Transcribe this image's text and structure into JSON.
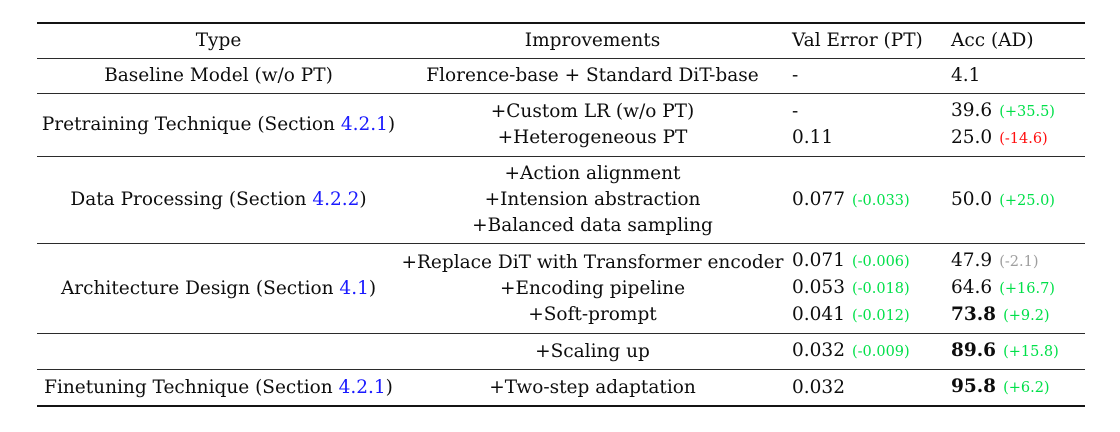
{
  "table": {
    "headers": [
      "Type",
      "Improvements",
      "Val Error (PT)",
      "Acc (AD)"
    ],
    "colors": {
      "positive": "#00e049",
      "negative": "#ff0f0f",
      "neutral": "#9e9e9e",
      "link": "#1a1aff"
    },
    "groups": [
      {
        "type": {
          "pre": "Baseline Model (w/o PT)"
        },
        "improvements": [
          "Florence-base + Standard DiT-base"
        ],
        "val_error": [
          {
            "value": "-"
          }
        ],
        "acc": [
          {
            "value": "4.1"
          }
        ]
      },
      {
        "type": {
          "pre": "Pretraining Technique (Section ",
          "link": "4.2.1",
          "post": ")"
        },
        "improvements": [
          "+Custom LR (w/o PT)",
          "+Heterogeneous PT"
        ],
        "val_error": [
          {
            "value": "-"
          },
          {
            "value": "0.11"
          }
        ],
        "acc": [
          {
            "value": "39.6",
            "delta": "(+35.5)",
            "delta_color": "positive"
          },
          {
            "value": "25.0",
            "delta": "(-14.6)",
            "delta_color": "negative"
          }
        ]
      },
      {
        "type": {
          "pre": "Data Processing (Section ",
          "link": "4.2.2",
          "post": ")"
        },
        "improvements": [
          "+Action alignment",
          "+Intension abstraction",
          "+Balanced data sampling"
        ],
        "val_error": [
          {
            "value": "0.077",
            "delta": "(-0.033)",
            "delta_color": "positive"
          }
        ],
        "acc": [
          {
            "value": "50.0",
            "delta": "(+25.0)",
            "delta_color": "positive"
          }
        ]
      },
      {
        "type": {
          "pre": "Architecture Design (Section ",
          "link": "4.1",
          "post": ")"
        },
        "improvements": [
          "+Replace DiT with Transformer encoder",
          "+Encoding pipeline",
          "+Soft-prompt"
        ],
        "val_error": [
          {
            "value": "0.071",
            "delta": "(-0.006)",
            "delta_color": "positive"
          },
          {
            "value": "0.053",
            "delta": "(-0.018)",
            "delta_color": "positive"
          },
          {
            "value": "0.041",
            "delta": "(-0.012)",
            "delta_color": "positive"
          }
        ],
        "acc": [
          {
            "value": "47.9",
            "delta": "(-2.1)",
            "delta_color": "neutral"
          },
          {
            "value": "64.6",
            "delta": "(+16.7)",
            "delta_color": "positive"
          },
          {
            "value": "73.8",
            "delta": "(+9.2)",
            "delta_color": "positive",
            "bold": true
          }
        ]
      },
      {
        "type": {
          "pre": ""
        },
        "improvements": [
          "+Scaling up"
        ],
        "val_error": [
          {
            "value": "0.032",
            "delta": "(-0.009)",
            "delta_color": "positive"
          }
        ],
        "acc": [
          {
            "value": "89.6",
            "delta": "(+15.8)",
            "delta_color": "positive",
            "bold": true
          }
        ]
      },
      {
        "type": {
          "pre": "Finetuning Technique (Section ",
          "link": "4.2.1",
          "post": ")"
        },
        "improvements": [
          "+Two-step adaptation"
        ],
        "val_error": [
          {
            "value": "0.032"
          }
        ],
        "acc": [
          {
            "value": "95.8",
            "delta": "(+6.2)",
            "delta_color": "positive",
            "bold": true
          }
        ]
      }
    ]
  }
}
